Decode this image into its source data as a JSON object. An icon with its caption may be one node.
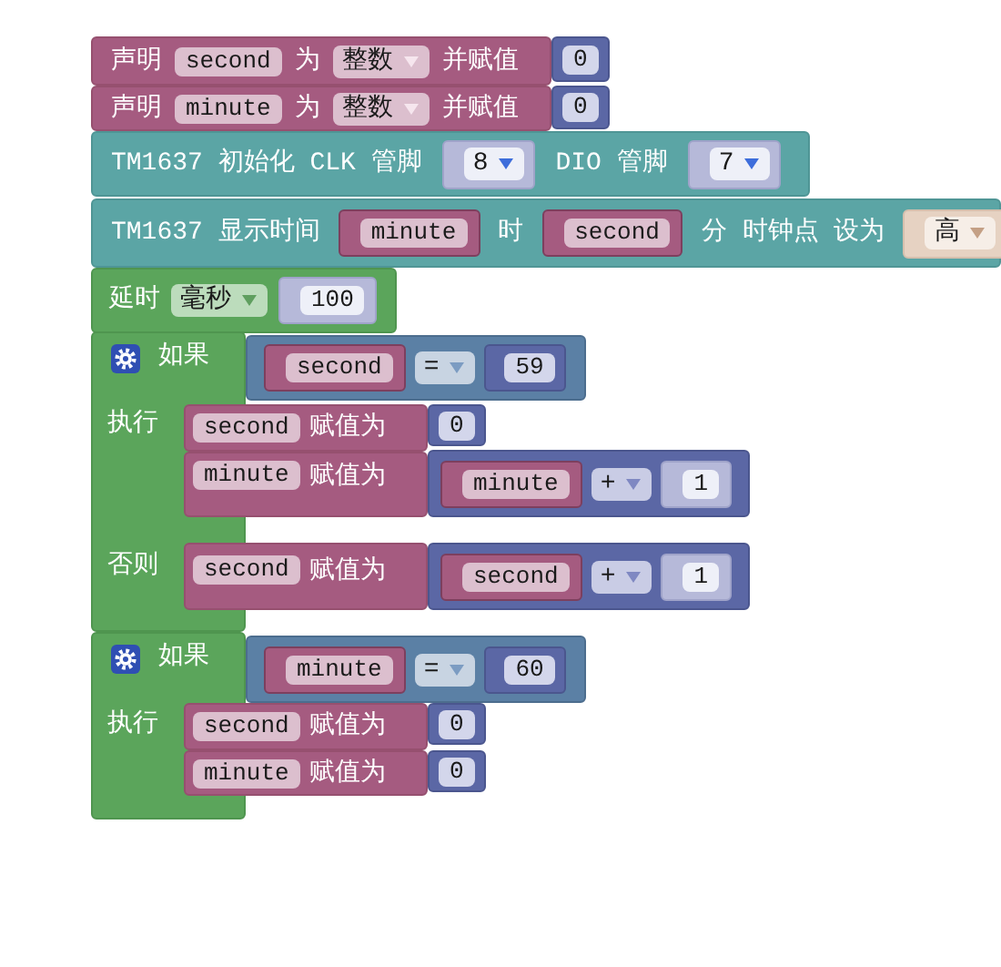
{
  "diagram": {
    "nodes": [
      {
        "text": [
          "声明",
          "为",
          "并赋值"
        ]
      },
      {
        "text": [
          "second"
        ],
        "in": 0
      },
      {
        "text": [
          "整数"
        ],
        "in": 0
      },
      {
        "text": [
          "0"
        ]
      },
      {
        "text": [
          "声明",
          "为",
          "并赋值"
        ]
      },
      {
        "text": [
          "minute"
        ],
        "in": 4
      },
      {
        "text": [
          "整数"
        ],
        "in": 4
      },
      {
        "text": [
          "0"
        ]
      },
      {
        "text": [
          "TM1637 初始化 CLK 管脚",
          "DIO 管脚"
        ]
      },
      {
        "text": [
          "8"
        ],
        "in": 8
      },
      {
        "text": [
          "7"
        ],
        "in": 8
      },
      {
        "text": [
          "TM1637 显示时间",
          "时",
          "分 时钟点 设为"
        ]
      },
      {
        "text": [
          "minute"
        ],
        "in": 11
      },
      {
        "text": [
          "second"
        ],
        "in": 11
      },
      {
        "text": [
          "高"
        ],
        "in": 11
      },
      {
        "text": [
          "延时"
        ]
      },
      {
        "text": [
          "毫秒"
        ],
        "in": 15
      },
      {
        "text": [
          "100"
        ],
        "in": 15
      },
      {
        "text": [
          "如果",
          "执行",
          "否则"
        ]
      },
      {
        "text": [],
        "shape": "box"
      },
      {
        "text": [
          "second"
        ],
        "in": 19
      },
      {
        "text": [
          "="
        ],
        "in": 19
      },
      {
        "text": [
          "59"
        ],
        "in": 19
      },
      {
        "text": [
          "赋值为"
        ]
      },
      {
        "text": [
          "second"
        ],
        "in": 23
      },
      {
        "text": [
          "0"
        ]
      },
      {
        "text": [
          "赋值为"
        ]
      },
      {
        "text": [
          "minute"
        ],
        "in": 26
      },
      {
        "text": [],
        "shape": "box"
      },
      {
        "text": [
          "minute"
        ],
        "in": 28
      },
      {
        "text": [
          "+"
        ],
        "in": 28
      },
      {
        "text": [
          "1"
        ],
        "in": 28
      },
      {
        "text": [
          "赋值为"
        ]
      },
      {
        "text": [
          "second"
        ],
        "in": 32
      },
      {
        "text": [],
        "shape": "box"
      },
      {
        "text": [
          "second"
        ],
        "in": 34
      },
      {
        "text": [
          "+"
        ],
        "in": 34
      },
      {
        "text": [
          "1"
        ],
        "in": 34
      },
      {
        "text": [
          "如果",
          "执行"
        ]
      },
      {
        "text": [],
        "shape": "box"
      },
      {
        "text": [
          "minute"
        ],
        "in": 39
      },
      {
        "text": [
          "="
        ],
        "in": 39
      },
      {
        "text": [
          "60"
        ],
        "in": 39
      },
      {
        "text": [
          "赋值为"
        ]
      },
      {
        "text": [
          "second"
        ],
        "in": 43
      },
      {
        "text": [
          "0"
        ]
      },
      {
        "text": [
          "赋值为"
        ]
      },
      {
        "text": [
          "minute"
        ],
        "in": 46
      },
      {
        "text": [
          "0"
        ]
      }
    ]
  }
}
